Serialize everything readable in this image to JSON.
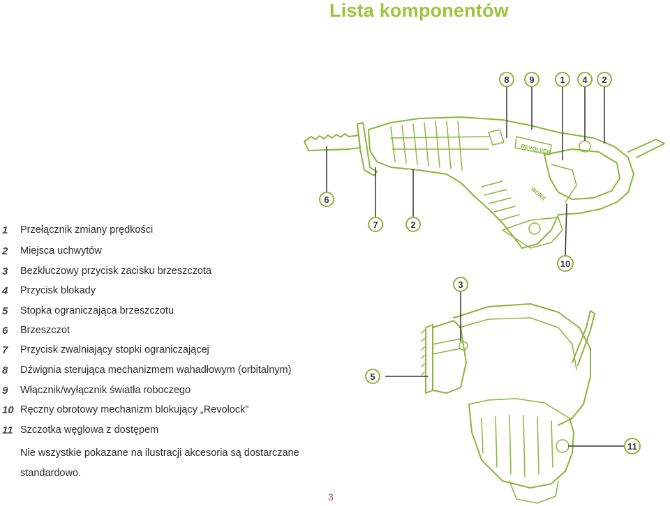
{
  "page_title": "Lista komponentów",
  "components": [
    {
      "num": "1",
      "label": "Przełącznik zmiany prędkości"
    },
    {
      "num": "2",
      "label": "Miejsca uchwytów"
    },
    {
      "num": "3",
      "label": "Bezkluczowy przycisk zacisku brzeszczota"
    },
    {
      "num": "4",
      "label": "Przycisk blokady"
    },
    {
      "num": "5",
      "label": "Stopka ograniczająca brzeszczotu"
    },
    {
      "num": "6",
      "label": "Brzeszczot"
    },
    {
      "num": "7",
      "label": "Przycisk zwalniający stopki ograniczającej"
    },
    {
      "num": "8",
      "label": "Dźwignia sterująca mechanizmem wahadłowym (orbitalnym)"
    },
    {
      "num": "9",
      "label": "Włącznik/wyłącznik światła roboczego"
    },
    {
      "num": "10",
      "label": "Ręczny obrotowy mechanizm blokujący „Revolock”"
    },
    {
      "num": "11",
      "label": "Szczotka węglowa z dostępem"
    }
  ],
  "note": "Nie wszystkie pokazane na ilustracji akcesoria są  dostarczane standardowo.",
  "page_number": "3",
  "callouts": {
    "c8": "8",
    "c9": "9",
    "c1": "1",
    "c4": "4",
    "c2a": "2",
    "c6": "6",
    "c7": "7",
    "c2b": "2",
    "c10": "10",
    "c3": "3",
    "c5": "5",
    "c11": "11"
  },
  "tool_markings": {
    "brand_text": "REVOLVER",
    "model_text": "WORX"
  },
  "colors": {
    "accent": "#8bb43a",
    "title": "#9cc43c",
    "number": "#444444",
    "page_number": "#c23b6a"
  }
}
